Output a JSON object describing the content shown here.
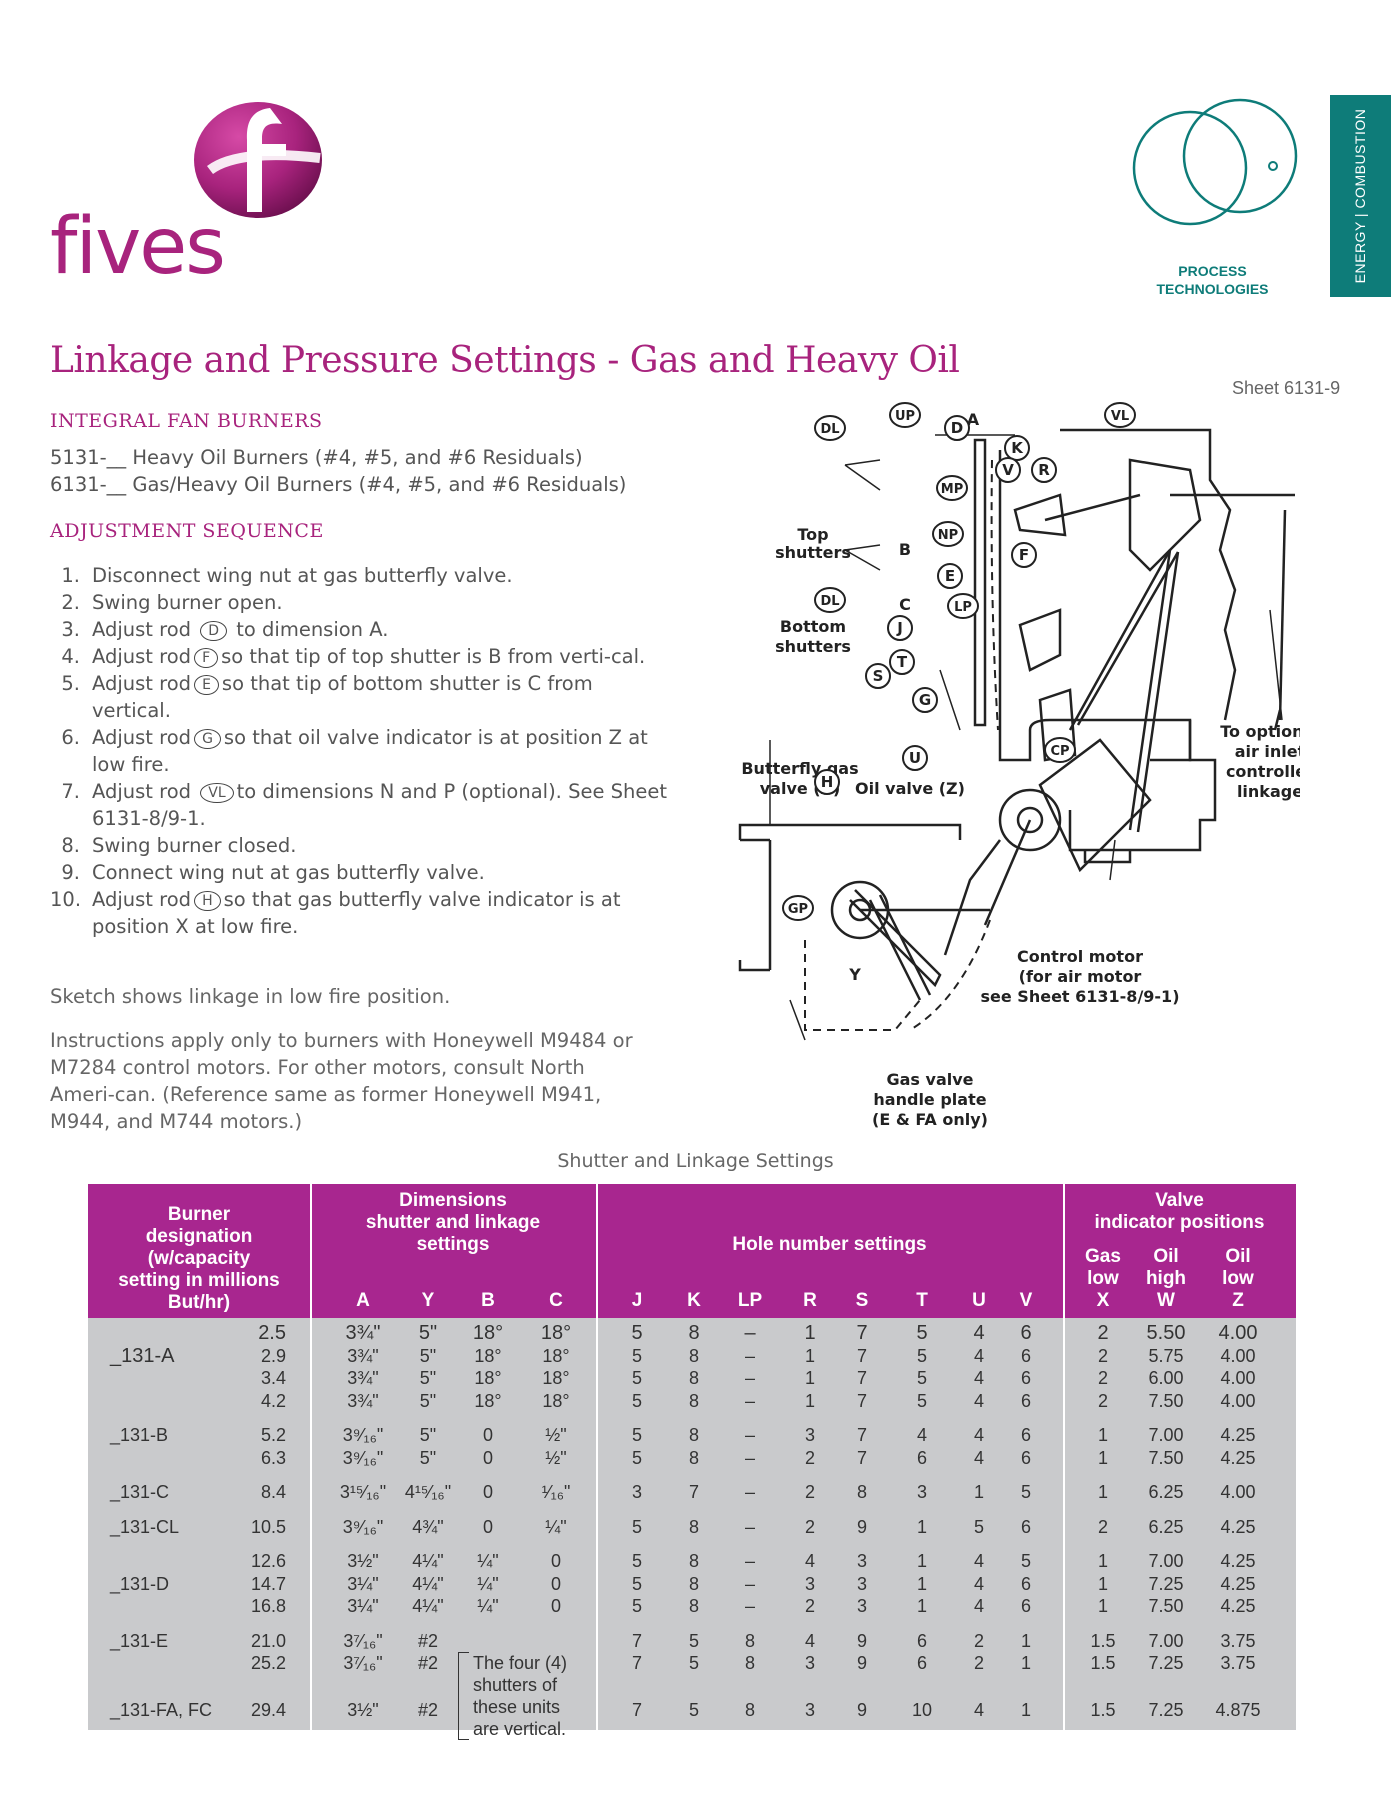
{
  "brand": {
    "name": "fives"
  },
  "process_logo": {
    "label": "PROCESS TECHNOLOGIES",
    "line1": "PROCESS",
    "line2": "TECHNOLOGIES"
  },
  "side_tab": {
    "text": "ENERGY | COMBUSTION"
  },
  "title": "Linkage and Pressure Settings - Gas and Heavy Oil",
  "sheet": "Sheet 6131-9",
  "section1": "INTEGRAL FAN BURNERS",
  "burners": [
    "5131-__ Heavy Oil Burners (#4, #5, and #6 Residuals)",
    "6131-__ Gas/Heavy Oil Burners (#4, #5, and #6 Residuals)"
  ],
  "section2": "ADJUSTMENT SEQUENCE",
  "steps": [
    {
      "num": "1.",
      "text": "Disconnect wing nut at gas butterfly valve."
    },
    {
      "num": "2.",
      "text": "Swing burner open."
    },
    {
      "num": "3.",
      "pre": "Adjust rod",
      "rod": "D",
      "post": "to dimension A."
    },
    {
      "num": "4.",
      "pre": "Adjust rod",
      "rod": "F",
      "post": "so that tip of top shutter is B from verti-cal."
    },
    {
      "num": "5.",
      "pre": "Adjust rod",
      "rod": "E",
      "post": "so that tip of bottom shutter is C from vertical."
    },
    {
      "num": "6.",
      "pre": "Adjust rod",
      "rod": "G",
      "post": "so that oil valve indicator is at position Z at low fire."
    },
    {
      "num": "7.",
      "pre": "Adjust rod",
      "rod": "VL",
      "post": "to dimensions N and P (optional).  See Sheet 6131-8/9-1."
    },
    {
      "num": "8.",
      "text": "Swing burner closed."
    },
    {
      "num": "9.",
      "text": "Connect wing nut at gas butterfly valve."
    },
    {
      "num": "10.",
      "pre": "Adjust rod",
      "rod": "H",
      "post": "so that gas butterfly valve indicator is at position X at low fire."
    }
  ],
  "note1": "Sketch shows linkage in low fire position.",
  "note2": "Instructions apply only to burners with Honeywell M9484 or M7284 control motors.  For other motors, consult North Ameri-can. (Reference same as former Honeywell M941, M944, and M744 motors.)",
  "diagram": {
    "labels": {
      "top_shutters": [
        "Top",
        "shutters"
      ],
      "bottom_shutters": [
        "Bottom",
        "shutters"
      ],
      "butterfly": [
        "Butterfly gas",
        "valve (X)"
      ],
      "oil_valve": "Oil valve (Z)",
      "optional": [
        "To optional",
        "air inlet",
        "controller",
        "linkage"
      ],
      "control_motor": [
        "Control motor",
        "(for air motor",
        "see Sheet 6131-8/9-1)"
      ],
      "gas_plate": [
        "Gas valve",
        "handle plate",
        "(E & FA only)"
      ],
      "dim_a": "A",
      "dim_b": "B",
      "dim_c": "C",
      "dim_y": "Y"
    },
    "circled": [
      "UP",
      "DL",
      "D",
      "K",
      "VL",
      "V",
      "R",
      "MP",
      "NP",
      "F",
      "E",
      "DL",
      "LP",
      "J",
      "S",
      "T",
      "G",
      "U",
      "CP",
      "H",
      "GP"
    ]
  },
  "table": {
    "title": "Shutter and Linkage Settings",
    "header": {
      "burner": [
        "Burner",
        "designation",
        "(w/capacity",
        "setting in millions",
        "But/hr)"
      ],
      "dimensions": [
        "Dimensions",
        "shutter and linkage",
        "settings"
      ],
      "holes": "Hole number settings",
      "valve": [
        "Valve",
        "indicator positions"
      ],
      "dim_cols": [
        "A",
        "Y",
        "B",
        "C"
      ],
      "hole_cols": [
        "J",
        "K",
        "LP",
        "R",
        "S",
        "T",
        "U",
        "V"
      ],
      "valve_cols": [
        [
          "Gas",
          "low",
          "X"
        ],
        [
          "Oil",
          "high",
          "W"
        ],
        [
          "Oil",
          "low",
          "Z"
        ]
      ]
    },
    "groups": [
      {
        "name": "_131-A",
        "rows": [
          {
            "cap": "2.5",
            "A": "3¾\"",
            "Y": "5\"",
            "B": "18°",
            "C": "18°",
            "J": "5",
            "K": "8",
            "LP": "–",
            "R": "1",
            "S": "7",
            "T": "5",
            "U": "4",
            "V": "6",
            "X": "2",
            "W": "5.50",
            "Z": "4.00"
          },
          {
            "cap": "2.9",
            "A": "3¾\"",
            "Y": "5\"",
            "B": "18°",
            "C": "18°",
            "J": "5",
            "K": "8",
            "LP": "–",
            "R": "1",
            "S": "7",
            "T": "5",
            "U": "4",
            "V": "6",
            "X": "2",
            "W": "5.75",
            "Z": "4.00"
          },
          {
            "cap": "3.4",
            "A": "3¾\"",
            "Y": "5\"",
            "B": "18°",
            "C": "18°",
            "J": "5",
            "K": "8",
            "LP": "–",
            "R": "1",
            "S": "7",
            "T": "5",
            "U": "4",
            "V": "6",
            "X": "2",
            "W": "6.00",
            "Z": "4.00"
          },
          {
            "cap": "4.2",
            "A": "3¾\"",
            "Y": "5\"",
            "B": "18°",
            "C": "18°",
            "J": "5",
            "K": "8",
            "LP": "–",
            "R": "1",
            "S": "7",
            "T": "5",
            "U": "4",
            "V": "6",
            "X": "2",
            "W": "7.50",
            "Z": "4.00"
          }
        ]
      },
      {
        "name": "_131-B",
        "rows": [
          {
            "cap": "5.2",
            "A": "3⁹⁄₁₆\"",
            "Y": "5\"",
            "B": "0",
            "C": "½\"",
            "J": "5",
            "K": "8",
            "LP": "–",
            "R": "3",
            "S": "7",
            "T": "4",
            "U": "4",
            "V": "6",
            "X": "1",
            "W": "7.00",
            "Z": "4.25"
          },
          {
            "cap": "6.3",
            "A": "3⁹⁄₁₆\"",
            "Y": "5\"",
            "B": "0",
            "C": "½\"",
            "J": "5",
            "K": "8",
            "LP": "–",
            "R": "2",
            "S": "7",
            "T": "6",
            "U": "4",
            "V": "6",
            "X": "1",
            "W": "7.50",
            "Z": "4.25"
          }
        ]
      },
      {
        "name": "_131-C",
        "rows": [
          {
            "cap": "8.4",
            "A": "3¹⁵⁄₁₆\"",
            "Y": "4¹⁵⁄₁₆\"",
            "B": "0",
            "C": "¹⁄₁₆\"",
            "J": "3",
            "K": "7",
            "LP": "–",
            "R": "2",
            "S": "8",
            "T": "3",
            "U": "1",
            "V": "5",
            "X": "1",
            "W": "6.25",
            "Z": "4.00"
          }
        ]
      },
      {
        "name": "_131-CL",
        "rows": [
          {
            "cap": "10.5",
            "A": "3⁹⁄₁₆\"",
            "Y": "4¾\"",
            "B": "0",
            "C": "¼\"",
            "J": "5",
            "K": "8",
            "LP": "–",
            "R": "2",
            "S": "9",
            "T": "1",
            "U": "5",
            "V": "6",
            "X": "2",
            "W": "6.25",
            "Z": "4.25"
          }
        ]
      },
      {
        "name": "_131-D",
        "rows": [
          {
            "cap": "12.6",
            "A": "3½\"",
            "Y": "4¼\"",
            "B": "¼\"",
            "C": "0",
            "J": "5",
            "K": "8",
            "LP": "–",
            "R": "4",
            "S": "3",
            "T": "1",
            "U": "4",
            "V": "5",
            "X": "1",
            "W": "7.00",
            "Z": "4.25"
          },
          {
            "cap": "14.7",
            "A": "3¼\"",
            "Y": "4¼\"",
            "B": "¼\"",
            "C": "0",
            "J": "5",
            "K": "8",
            "LP": "–",
            "R": "3",
            "S": "3",
            "T": "1",
            "U": "4",
            "V": "6",
            "X": "1",
            "W": "7.25",
            "Z": "4.25"
          },
          {
            "cap": "16.8",
            "A": "3¼\"",
            "Y": "4¼\"",
            "B": "¼\"",
            "C": "0",
            "J": "5",
            "K": "8",
            "LP": "–",
            "R": "2",
            "S": "3",
            "T": "1",
            "U": "4",
            "V": "6",
            "X": "1",
            "W": "7.50",
            "Z": "4.25"
          }
        ]
      },
      {
        "name": "_131-E",
        "rows": [
          {
            "cap": "21.0",
            "A": "3⁷⁄₁₆\"",
            "Y": "#2",
            "J": "7",
            "K": "5",
            "LP": "8",
            "R": "4",
            "S": "9",
            "T": "6",
            "U": "2",
            "V": "1",
            "X": "1.5",
            "W": "7.00",
            "Z": "3.75"
          },
          {
            "cap": "25.2",
            "A": "3⁷⁄₁₆\"",
            "Y": "#2",
            "J": "7",
            "K": "5",
            "LP": "8",
            "R": "3",
            "S": "9",
            "T": "6",
            "U": "2",
            "V": "1",
            "X": "1.5",
            "W": "7.25",
            "Z": "3.75"
          }
        ]
      },
      {
        "name": "_131-FA, FC",
        "rows": [
          {
            "cap": "29.4",
            "A": "3½\"",
            "Y": "#2",
            "J": "7",
            "K": "5",
            "LP": "8",
            "R": "3",
            "S": "9",
            "T": "10",
            "U": "4",
            "V": "1",
            "X": "1.5",
            "W": "7.25",
            "Z": "4.875"
          }
        ]
      }
    ],
    "vertical_note": [
      "The four (4)",
      "shutters of",
      "these units",
      "are vertical."
    ]
  }
}
